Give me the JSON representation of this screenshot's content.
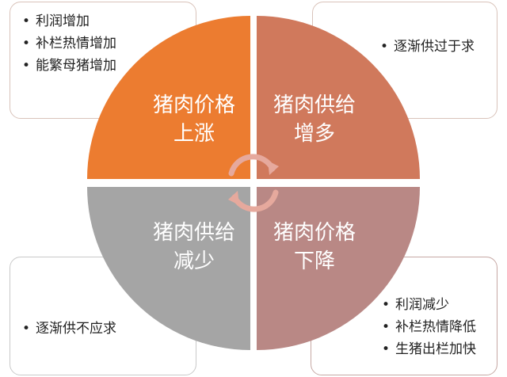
{
  "quadrants": {
    "top_left": {
      "label_line1": "猪肉价格",
      "label_line2": "上涨",
      "color": "#ec7c30",
      "bullets": [
        "利润增加",
        "补栏热情增加",
        "能繁母猪增加"
      ]
    },
    "top_right": {
      "label_line1": "猪肉供给",
      "label_line2": "增多",
      "color": "#d0795c",
      "bullets": [
        "逐渐供过于求"
      ]
    },
    "bottom_left": {
      "label_line1": "猪肉供给",
      "label_line2": "减少",
      "color": "#a5a5a5",
      "bullets": [
        "逐渐供不应求"
      ]
    },
    "bottom_right": {
      "label_line1": "猪肉价格",
      "label_line2": "下降",
      "color": "#b98885",
      "bullets": [
        "利润减少",
        "补栏热情降低",
        "生猪出栏加快"
      ]
    }
  },
  "cycle_arrow_color": "#e6a99d"
}
